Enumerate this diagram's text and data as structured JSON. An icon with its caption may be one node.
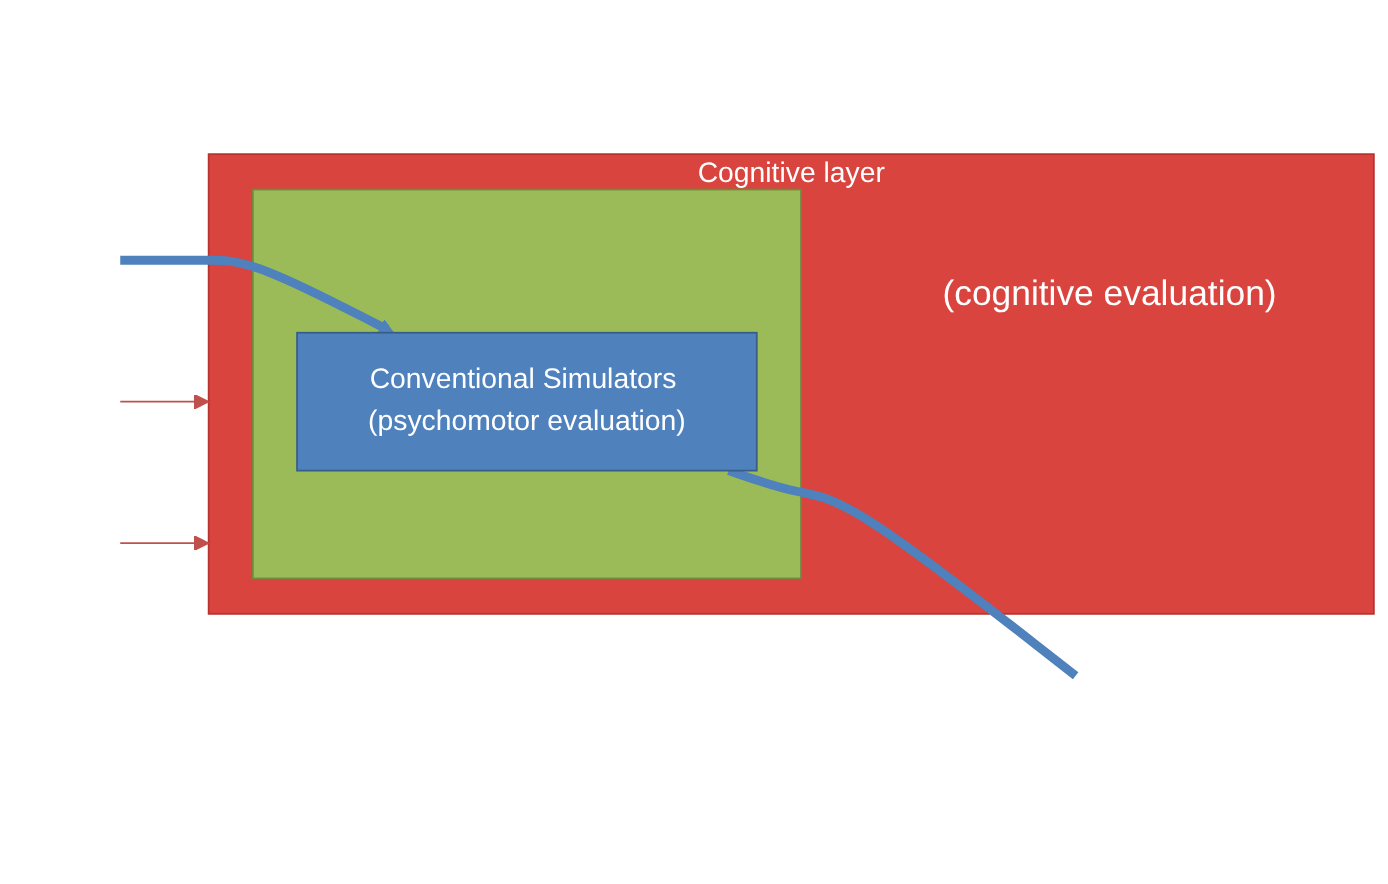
{
  "diagram": {
    "nodes": [
      {
        "text": [
          "Cognitive layer",
          "(cognitive evaluation)"
        ]
      },
      {
        "text": [],
        "shape": "box",
        "in": 0
      },
      {
        "text": [
          "Conventional Simulators (psychomotor evaluation)"
        ],
        "in": 1
      }
    ],
    "edges": [
      {
        "from": null,
        "to": 0,
        "arrow": "to",
        "color": "#c0504d"
      },
      {
        "from": null,
        "to": 0,
        "arrow": "to",
        "color": "#c0504d"
      },
      {
        "from": null,
        "to": 2,
        "arrow": "to",
        "color": "#4f81bd",
        "style": "thick"
      },
      {
        "from": 2,
        "to": null,
        "arrow": "none",
        "color": "#4f81bd",
        "style": "thick"
      }
    ]
  }
}
